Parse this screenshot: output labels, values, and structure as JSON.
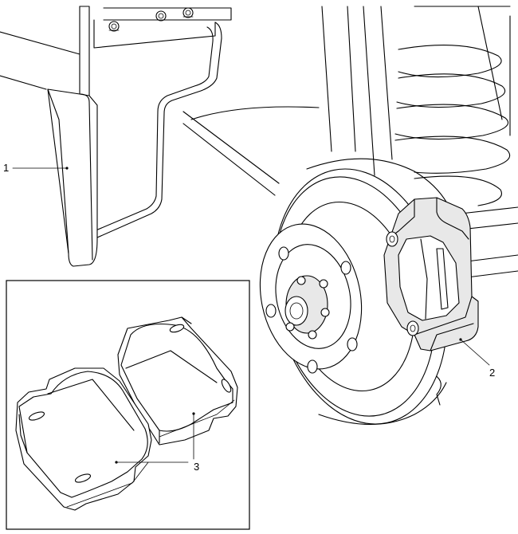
{
  "callouts": [
    {
      "number": "1",
      "part": "wheel-arch"
    },
    {
      "number": "2",
      "part": "brake-caliper"
    },
    {
      "number": "3",
      "part": "brake-pads"
    }
  ],
  "colors": {
    "line": "#000000",
    "background": "#ffffff",
    "shade": "#e8e8e8"
  }
}
